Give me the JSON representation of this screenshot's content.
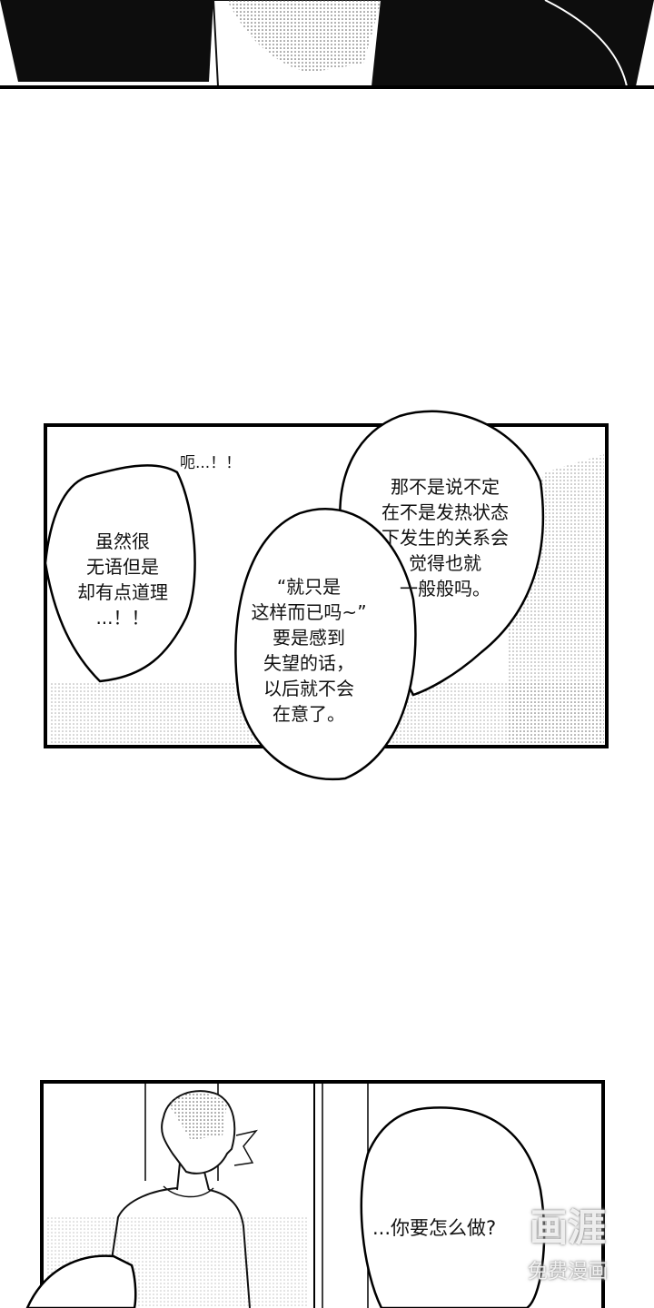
{
  "panel2": {
    "exclaim": "呃...！！",
    "bubble_left": "虽然很\n无语但是\n却有点道理\n...！！",
    "bubble_right": "那不是说不定\n在不是发热状态\n下发生的关系会\n觉得也就\n一般般吗。",
    "bubble_center": "“就只是\n这样而已吗~”\n要是感到\n失望的话，\n以后就不会\n在意了。"
  },
  "panel3": {
    "bubble_right": "...你要怎么做?"
  },
  "watermark": {
    "logo": "画涯",
    "caption": "免费漫画"
  }
}
